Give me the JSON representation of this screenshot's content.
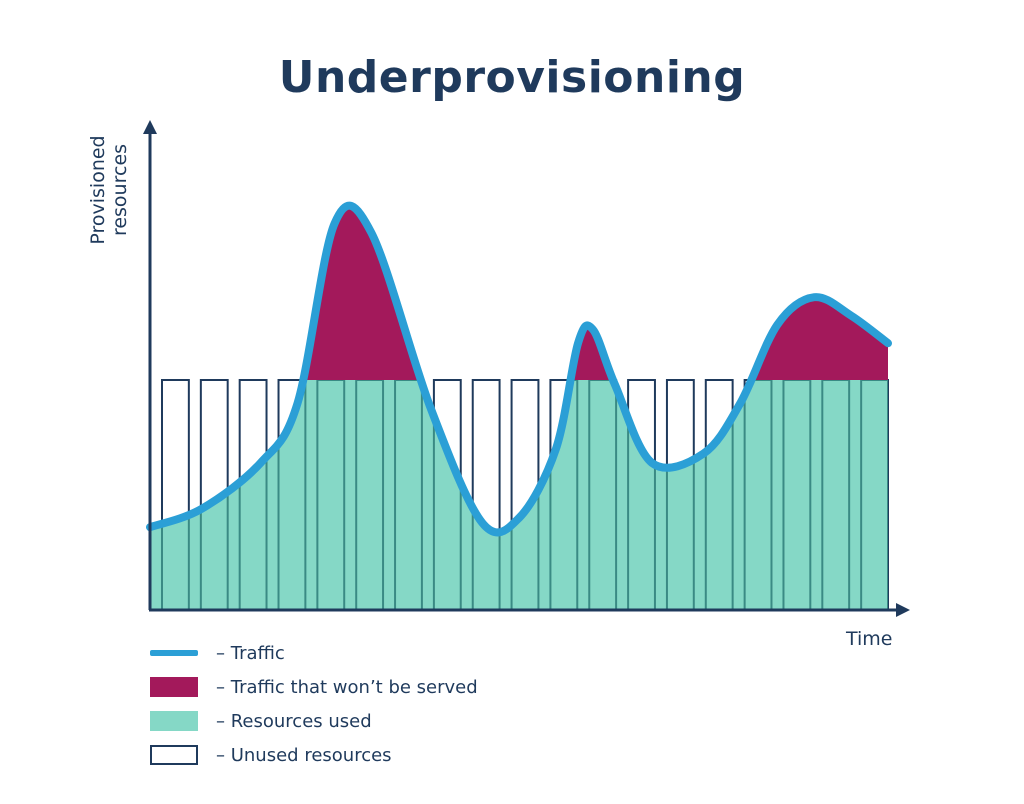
{
  "title": "Underprovisioning",
  "y_axis_label": "Provisioned resources",
  "x_axis_label": "Time",
  "colors": {
    "axis": "#1f3a5c",
    "traffic_line": "#2b9fd6",
    "unserved_traffic": "#a3195b",
    "resources_used": "#85d8c6",
    "unused_resources": "#ffffff",
    "bar_outline": "#1f3a5c"
  },
  "legend": [
    {
      "label": "– Traffic",
      "swatch": "line",
      "color": "#2b9fd6"
    },
    {
      "label": "– Traffic that won’t be served",
      "swatch": "fill",
      "color": "#a3195b"
    },
    {
      "label": "– Resources used",
      "swatch": "fill",
      "color": "#85d8c6"
    },
    {
      "label": "– Unused resources",
      "swatch": "outline",
      "color": "#ffffff"
    }
  ],
  "chart_data": {
    "type": "area",
    "description_type": "conceptual diagram (no numeric scale)",
    "provisioned_bars": 19,
    "provisioned_level": 0.5,
    "traffic_profile": {
      "x": [
        0,
        0.07,
        0.15,
        0.2,
        0.25,
        0.3,
        0.38,
        0.45,
        0.5,
        0.55,
        0.58,
        0.6,
        0.63,
        0.68,
        0.75,
        0.8,
        0.85,
        0.9,
        0.95,
        1.0
      ],
      "y": [
        0.18,
        0.22,
        0.32,
        0.45,
        0.84,
        0.82,
        0.44,
        0.19,
        0.2,
        0.35,
        0.58,
        0.61,
        0.49,
        0.32,
        0.34,
        0.45,
        0.62,
        0.68,
        0.64,
        0.58
      ]
    }
  }
}
